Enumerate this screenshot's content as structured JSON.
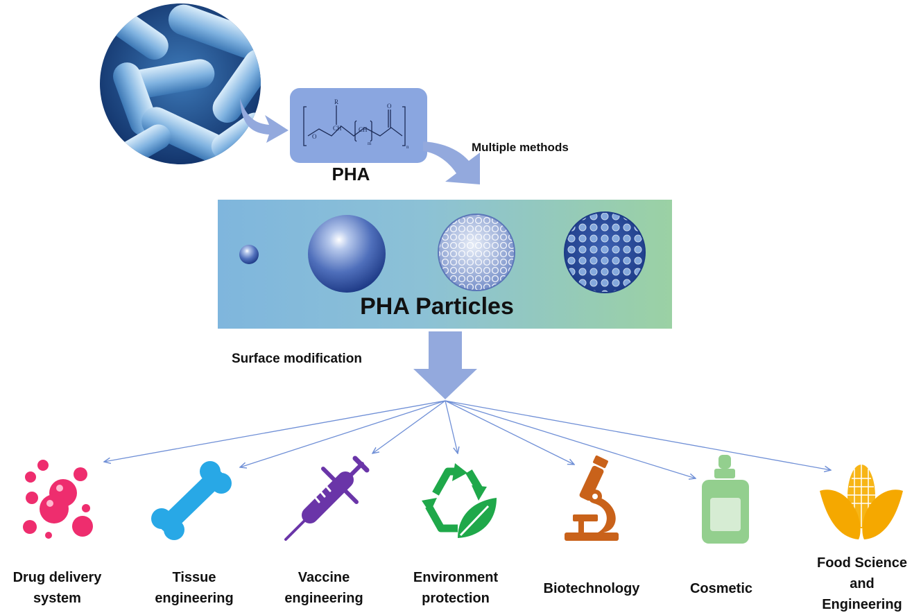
{
  "source": {
    "name": "PHA"
  },
  "steps": {
    "methods": "Multiple methods",
    "surface": "Surface modification"
  },
  "particles": {
    "title": "PHA Particles"
  },
  "applications": [
    {
      "label_lines": [
        "Drug delivery",
        "system"
      ],
      "icon": "bubbles-icon",
      "color": "#ee2d6e"
    },
    {
      "label_lines": [
        "Tissue",
        "engineering"
      ],
      "icon": "bone-icon",
      "color": "#28a8e6"
    },
    {
      "label_lines": [
        "Vaccine",
        "engineering"
      ],
      "icon": "syringe-icon",
      "color": "#6a35a8"
    },
    {
      "label_lines": [
        "Environment",
        "protection"
      ],
      "icon": "recycle-leaf-icon",
      "color": "#1fa84a"
    },
    {
      "label_lines": [
        "Biotechnology"
      ],
      "icon": "microscope-icon",
      "color": "#c9621a"
    },
    {
      "label_lines": [
        "Cosmetic"
      ],
      "icon": "bottle-icon",
      "color": "#93cf8e"
    },
    {
      "label_lines": [
        "Food Science",
        "and",
        "Engineering"
      ],
      "icon": "corn-icon",
      "color": "#f7b516"
    }
  ],
  "colors": {
    "arrow": "#93a9dd",
    "connector": "#6f8fd6",
    "box": "#8aa6e0"
  }
}
